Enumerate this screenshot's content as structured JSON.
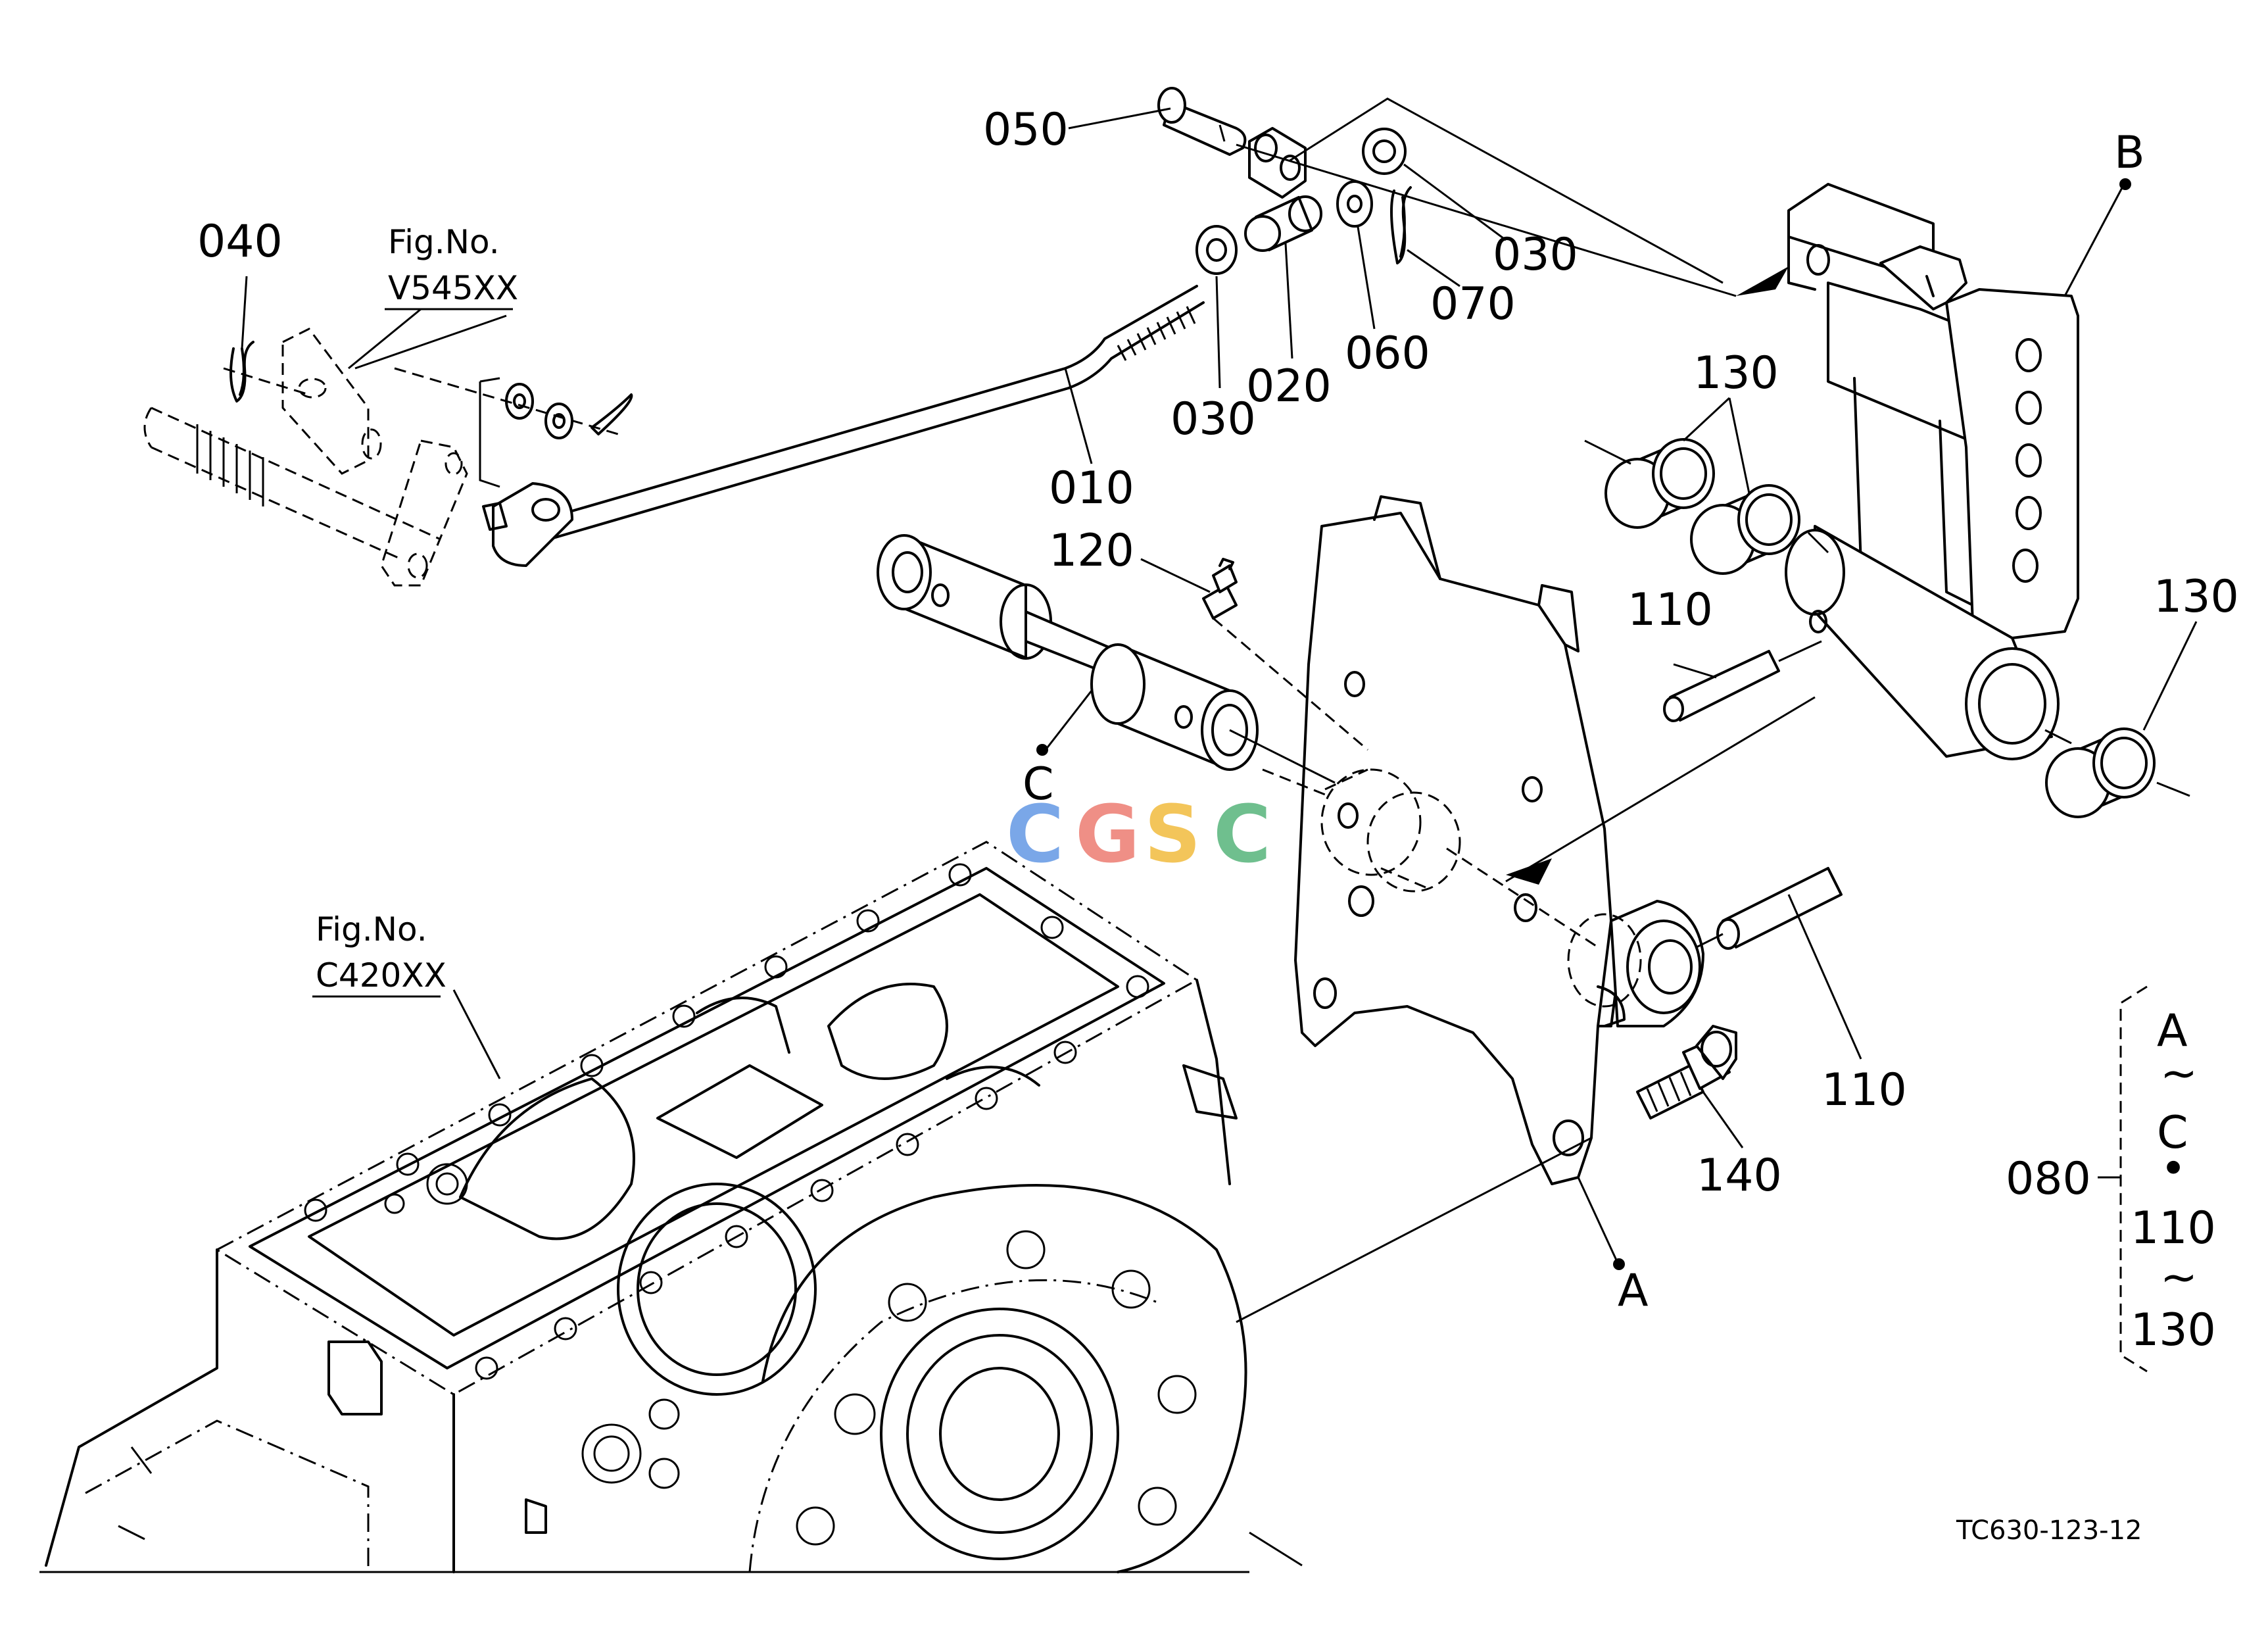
{
  "parts": {
    "p010": "010",
    "p020": "020",
    "p030a": "030",
    "p030b": "030",
    "p040": "040",
    "p050": "050",
    "p060": "060",
    "p070": "070",
    "p110a": "110",
    "p110b": "110",
    "p120": "120",
    "p130a": "130",
    "p130b": "130",
    "p140": "140"
  },
  "refs": {
    "A": "A",
    "B": "B",
    "C": "C"
  },
  "fig_refs": [
    {
      "label": "Fig.No.",
      "code": "V545XX"
    },
    {
      "label": "Fig.No.",
      "code": "C420XX"
    }
  ],
  "assembly": {
    "number": "080",
    "range_start": "A",
    "range_end": "C",
    "tilde1": "~",
    "bullet": "•",
    "range2_start": "110",
    "tilde2": "~",
    "range2_end": "130"
  },
  "drawing_code": "TC630-123-12",
  "watermark": {
    "letters": [
      "C",
      "G",
      "S",
      "C"
    ],
    "colors": [
      "#7aa7e8",
      "#ef8f86",
      "#f3c55a",
      "#6fbf8e"
    ]
  }
}
